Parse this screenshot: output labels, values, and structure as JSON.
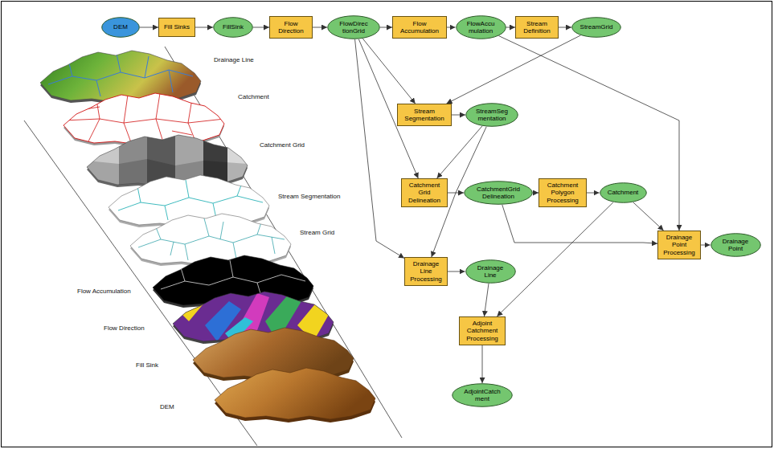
{
  "diagram": {
    "nodes": [
      {
        "text": [
          "DEM"
        ]
      },
      {
        "text": [
          "Fill Sinks"
        ]
      },
      {
        "text": [
          "FillSink"
        ]
      },
      {
        "text": [
          "Flow Direction"
        ]
      },
      {
        "text": [
          "FlowDirec tionGrid"
        ]
      },
      {
        "text": [
          "Flow Accumulation"
        ]
      },
      {
        "text": [
          "FlowAccu mulation"
        ]
      },
      {
        "text": [
          "Stream Definition"
        ]
      },
      {
        "text": [
          "StreamGrid"
        ]
      },
      {
        "text": [
          "Stream Segmentation"
        ]
      },
      {
        "text": [
          "StreamSeg mentation"
        ]
      },
      {
        "text": [
          "Catchment Grid Delineation"
        ]
      },
      {
        "text": [
          "CatchmentGrid Delineation"
        ]
      },
      {
        "text": [
          "Catchment Polygon Processing"
        ]
      },
      {
        "text": [
          "Catchment"
        ]
      },
      {
        "text": [
          "Drainage Point Processing"
        ]
      },
      {
        "text": [
          "Drainage Point"
        ]
      },
      {
        "text": [
          "Drainage Line Processing"
        ]
      },
      {
        "text": [
          "Drainage Line"
        ]
      },
      {
        "text": [
          "Adjoint Catchment Processing"
        ]
      },
      {
        "text": [
          "AdjointCatch ment"
        ]
      }
    ],
    "edges": [
      {
        "from": 0,
        "to": 1,
        "arrow": "to"
      },
      {
        "from": 1,
        "to": 2,
        "arrow": "to"
      },
      {
        "from": 2,
        "to": 3,
        "arrow": "to"
      },
      {
        "from": 3,
        "to": 4,
        "arrow": "to"
      },
      {
        "from": 4,
        "to": 5,
        "arrow": "to"
      },
      {
        "from": 5,
        "to": 6,
        "arrow": "to"
      },
      {
        "from": 6,
        "to": 7,
        "arrow": "to"
      },
      {
        "from": 7,
        "to": 8,
        "arrow": "to"
      },
      {
        "from": 4,
        "to": 9,
        "arrow": "to"
      },
      {
        "from": 8,
        "to": 9,
        "arrow": "to"
      },
      {
        "from": 9,
        "to": 10,
        "arrow": "to"
      },
      {
        "from": 4,
        "to": 11,
        "arrow": "to"
      },
      {
        "from": 10,
        "to": 11,
        "arrow": "to"
      },
      {
        "from": 11,
        "to": 12,
        "arrow": "to"
      },
      {
        "from": 12,
        "to": 13,
        "arrow": "to"
      },
      {
        "from": 13,
        "to": 14,
        "arrow": "to"
      },
      {
        "from": 4,
        "to": 17,
        "arrow": "to"
      },
      {
        "from": 10,
        "to": 17,
        "arrow": "to"
      },
      {
        "from": 17,
        "to": 18,
        "arrow": "to"
      },
      {
        "from": 6,
        "to": 15,
        "arrow": "to"
      },
      {
        "from": 12,
        "to": 15,
        "arrow": "to"
      },
      {
        "from": 14,
        "to": 15,
        "arrow": "to"
      },
      {
        "from": 15,
        "to": 16,
        "arrow": "to"
      },
      {
        "from": 18,
        "to": 19,
        "arrow": "to"
      },
      {
        "from": 14,
        "to": 19,
        "arrow": "to"
      },
      {
        "from": 19,
        "to": 20,
        "arrow": "to"
      }
    ],
    "labels": [
      "Drainage Line",
      "Catchment",
      "Catchment Grid",
      "Stream Segmentation",
      "Stream Grid",
      "Flow Accumulation",
      "Flow Direction",
      "Fill Sink",
      "DEM"
    ]
  }
}
